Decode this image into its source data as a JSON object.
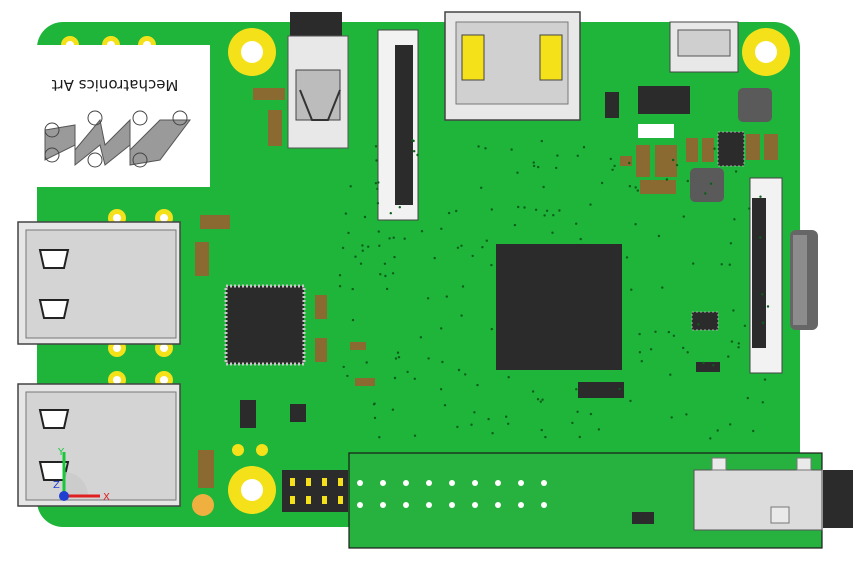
{
  "logo": {
    "text": "Mechatronics Art"
  },
  "triad": {
    "x_label": "X",
    "y_label": "Y",
    "z_label": "Z"
  },
  "colors": {
    "pcb": "#1fb43a",
    "pcb_dark": "#139a2c",
    "hat": "#27b23f",
    "silver": "#d8d8d8",
    "chip": "#2b2b2b",
    "gold": "#f4e11a",
    "brown": "#8a6a30",
    "x_axis": "#e02020",
    "y_axis": "#18c83a",
    "z_axis": "#1f3fd0"
  },
  "icons": {
    "logo_art": "mechatronics-logo-zigzag",
    "triad": "xyz-triad-icon"
  }
}
